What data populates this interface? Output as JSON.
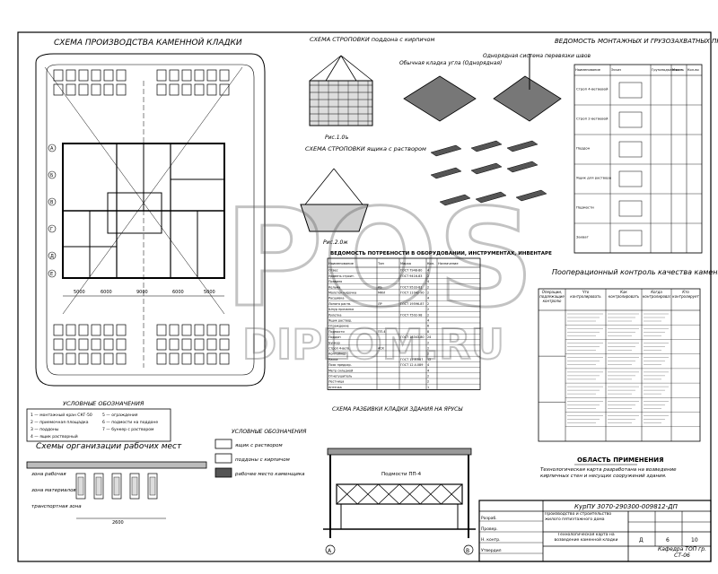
{
  "titles": {
    "site_scheme": "СХЕМА ПРОИЗВОДСТВА КАМЕННОЙ КЛАДКИ",
    "sling_pallet": "СХЕМА СТРОПОВКИ поддона с кирпичом",
    "sling_pallet_ref": "Рис.1.0ъ",
    "sling_mortar": "СХЕМА СТРОПОВКИ ящика с раствором",
    "sling_mortar_ref": "Рис.2.0ж",
    "ordinary_corner": "Обычная кладка угла (Однорядная)",
    "tie_scheme": "Однорядная система перевязки швов",
    "mounting_statement": "ВЕДОМОСТЬ МОНТАЖНЫХ И ГРУЗОЗАХВАТНЫХ ПРИСПОСОБЛЕНИЙ",
    "equipment_statement": "ВЕДОМОСТЬ ПОТРЕБНОСТИ В ОБОРУДОВАНИИ, ИНСТРУМЕНТАХ, ИНВЕНТАРЕ",
    "quality_control": "Пооперационный контроль качества каменной кладки",
    "legend": "УСЛОВНЫЕ ОБОЗНАЧЕНИЯ",
    "workplace": "Схемы организации рабочих мест",
    "legend2": "УСЛОВНЫЕ ОБОЗНАЧЕНИЯ",
    "section": "СХЕМА РАЗБИВКИ КЛАДКИ ЗДАНИЯ НА ЯРУСЫ",
    "scope": "ОБЛАСТЬ ПРИМЕНЕНИЯ"
  },
  "watermark": {
    "line1": "POS",
    "line2": "DIPLOM.RU"
  },
  "legend_items": [
    "1 — монтажный кран СКГ-50",
    "2 — приемочная площадка",
    "3 — поддоны",
    "4 — ящик растворный",
    "5 — ограждения",
    "6 — подмости на поддоне",
    "7 — бункер с раствором"
  ],
  "workplace_labels": {
    "zone_work": "зона рабочая",
    "zone_material": "зона материалов",
    "zone_transport": "транспортная зона",
    "dim_total": "2600"
  },
  "legend2_items": [
    "ящик с раствором",
    "поддоны с кирпичом",
    "рабочее место каменщика"
  ],
  "plan_dims": [
    "5000",
    "6000",
    "9000",
    "6000",
    "5000"
  ],
  "plan_axes": [
    "А",
    "Б",
    "В",
    "Г",
    "Д",
    "Е"
  ],
  "section_labels": {
    "panel": "Подмости ПП-4",
    "axis_left": "А",
    "axis_right": "В"
  },
  "scope_text": "Технологическая карта разработана на возведение кирпичных стен и несущих сооружений здания.",
  "title_block": {
    "code": "КурПУ 3070-290300-009812-ДП",
    "name": "Производство и строительство жилого пятиэтажного дома",
    "subject": "Технологическая карта на возведение каменной кладки",
    "stage": "Д",
    "sheet": "6",
    "sheets": "10",
    "org": "Кафедра ТОП гр. СТ-06",
    "rows": [
      "Разраб.",
      "Провер.",
      "Н. контр.",
      "Утвердил"
    ]
  },
  "quality_headers": [
    "Операции, подлежащие контролю",
    "Что контролировать",
    "Как контролировать",
    "Когда контролировать",
    "Кто контролирует"
  ],
  "mounting_headers": [
    "Наименование",
    "Эскиз",
    "Грузоподъемность",
    "Масса",
    "Кол-во"
  ],
  "mounting_rows": [
    "Строп 4-ветвевой",
    "Строп 2-ветвевой",
    "Поддон",
    "Ящик для раствора",
    "Подмости",
    "Захват"
  ],
  "equipment_headers": [
    "Наименование",
    "Тип",
    "Марка",
    "Кол.",
    "Назначение"
  ],
  "equipment_rows": [
    [
      "Отвес",
      "",
      "ГОСТ 7948-80",
      "4",
      ""
    ],
    [
      "Уровень строит.",
      "",
      "ГОСТ 9416-83",
      "2",
      ""
    ],
    [
      "Правило",
      "",
      "",
      "4",
      ""
    ],
    [
      "Кельма",
      "КБ",
      "ГОСТ 9533-81",
      "2",
      ""
    ],
    [
      "Молоток-кирочка",
      "МКИ",
      "ГОСТ 11042-90",
      "2",
      ""
    ],
    [
      "Расшивка",
      "",
      "",
      "4",
      ""
    ],
    [
      "Лопата раств.",
      "ЛР",
      "ГОСТ 19596-87",
      "2",
      ""
    ],
    [
      "Шнур причалка",
      "",
      "",
      "2",
      ""
    ],
    [
      "Рулетка",
      "",
      "ГОСТ 7502-98",
      "2",
      ""
    ],
    [
      "Ящик раствор.",
      "",
      "",
      "4",
      ""
    ],
    [
      "Ограждение",
      "",
      "",
      "6",
      ""
    ],
    [
      "Подмости",
      "ПП-4",
      "",
      "8",
      ""
    ],
    [
      "Поддон",
      "",
      "ГОСТ 18343-80",
      "24",
      ""
    ],
    [
      "Бункер",
      "",
      "",
      "2",
      ""
    ],
    [
      "Строп 4-ветв.",
      "4СК",
      "",
      "2",
      ""
    ],
    [
      "Контейнер",
      "",
      "",
      "2",
      ""
    ],
    [
      "Каска",
      "",
      "ГОСТ 12.4.087",
      "12",
      ""
    ],
    [
      "Пояс предохр.",
      "",
      "ГОСТ 12.4.089",
      "4",
      ""
    ],
    [
      "Метр складной",
      "",
      "",
      "4",
      ""
    ],
    [
      "Огнетушитель",
      "",
      "",
      "2",
      ""
    ],
    [
      "Лестница",
      "",
      "",
      "2",
      ""
    ],
    [
      "Аптечка",
      "",
      "",
      "1",
      ""
    ]
  ]
}
